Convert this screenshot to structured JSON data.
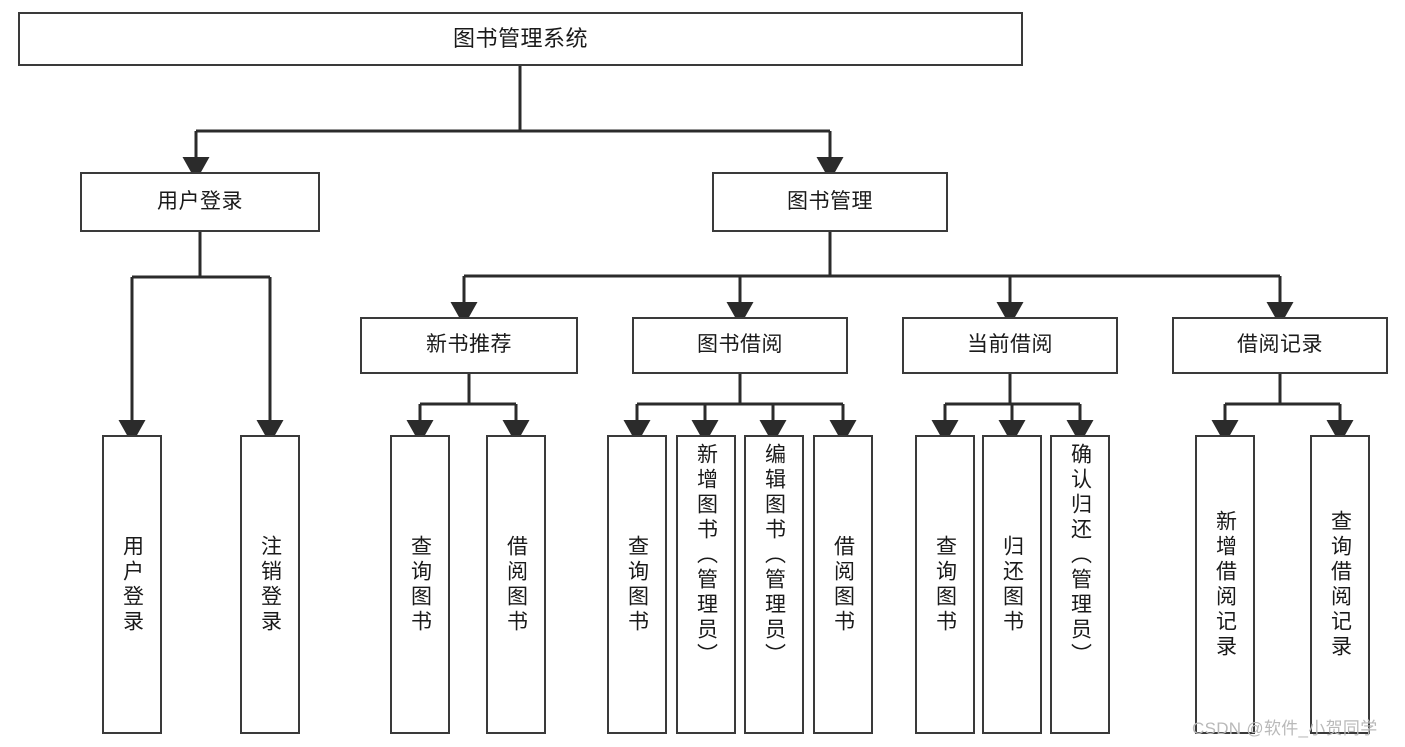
{
  "diagram": {
    "title": "图书管理系统",
    "type": "hierarchy-tree",
    "watermark": "CSDN @软件_小贺同学",
    "colors": {
      "box_border": "#3a3a3a",
      "box_fill": "#ffffff",
      "edge": "#2b2b2b",
      "text": "#1a1a1a",
      "watermark": "#b9b9b9"
    },
    "levels": {
      "root": [
        "图书管理系统"
      ],
      "level2": [
        "用户登录",
        "图书管理"
      ],
      "level3": [
        "新书推荐",
        "图书借阅",
        "当前借阅",
        "借阅记录"
      ],
      "leaves": [
        "用户登录",
        "注销登录",
        "查询图书",
        "借阅图书",
        "查询图书",
        "新增图书（管理员）",
        "编辑图书（管理员）",
        "借阅图书",
        "查询图书",
        "归还图书",
        "确认归还（管理员）",
        "新增借阅记录",
        "查询借阅记录"
      ]
    }
  },
  "nodes": {
    "root": {
      "label": "图书管理系统"
    },
    "user_login": {
      "label": "用户登录"
    },
    "book_manage": {
      "label": "图书管理"
    },
    "new_book_rec": {
      "label": "新书推荐"
    },
    "book_borrow": {
      "label": "图书借阅"
    },
    "current_borrow": {
      "label": "当前借阅"
    },
    "borrow_record": {
      "label": "借阅记录"
    },
    "leaf_user_login": {
      "label": "用户登录"
    },
    "leaf_logout": {
      "label": "注销登录"
    },
    "leaf_query_book_a": {
      "label": "查询图书"
    },
    "leaf_borrow_book_a": {
      "label": "借阅图书"
    },
    "leaf_query_book_b": {
      "label": "查询图书"
    },
    "leaf_add_book": {
      "label": "新增图书（管理员）"
    },
    "leaf_edit_book": {
      "label": "编辑图书（管理员）"
    },
    "leaf_borrow_book_b": {
      "label": "借阅图书"
    },
    "leaf_query_book_c": {
      "label": "查询图书"
    },
    "leaf_return_book": {
      "label": "归还图书"
    },
    "leaf_confirm_return": {
      "label": "确认归还（管理员）"
    },
    "leaf_add_record": {
      "label": "新增借阅记录"
    },
    "leaf_query_record": {
      "label": "查询借阅记录"
    }
  }
}
